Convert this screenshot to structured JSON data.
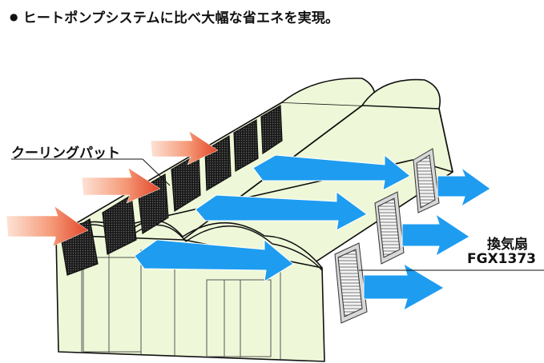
{
  "headline": {
    "bullet": "●",
    "text": "ヒートポンプシステムに比べ大幅な省エネを実現。"
  },
  "labels": {
    "cooling_pad": "クーリングパット",
    "fan_name": "換気扇",
    "fan_model": "FGX1373"
  },
  "colors": {
    "greenhouse_fill": "#eef8d8",
    "outline": "#111111",
    "airflow_blue": "#1e9cf0",
    "warm_air": "#e85a32",
    "pad_dark": "#1a1a1a"
  }
}
